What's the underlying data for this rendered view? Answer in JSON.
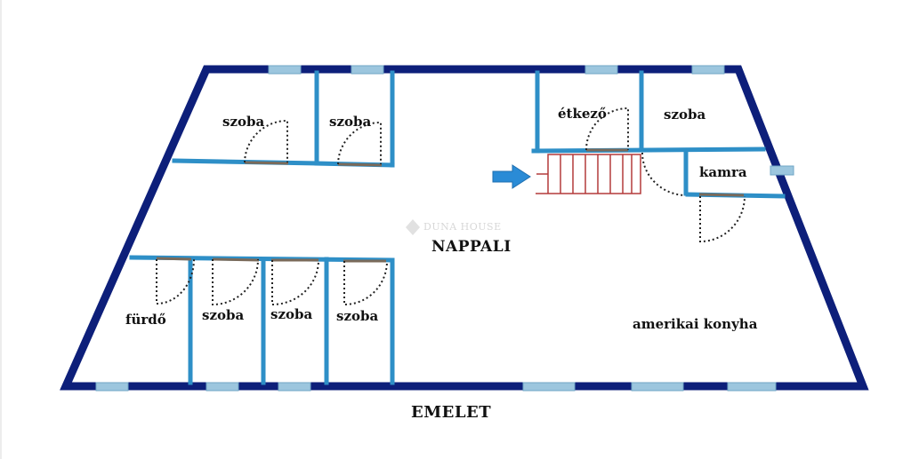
{
  "plan": {
    "title": "EMELET",
    "watermark": "DUNA HOUSE",
    "rooms": [
      {
        "key": "r1",
        "label": "szoba"
      },
      {
        "key": "r2",
        "label": "szoba"
      },
      {
        "key": "dining",
        "label": "étkező"
      },
      {
        "key": "r3",
        "label": "szoba"
      },
      {
        "key": "pantry",
        "label": "kamra"
      },
      {
        "key": "living",
        "label": "NAPPALI"
      },
      {
        "key": "bath",
        "label": "fürdő"
      },
      {
        "key": "r4",
        "label": "szoba"
      },
      {
        "key": "r5",
        "label": "szoba"
      },
      {
        "key": "r6",
        "label": "szoba"
      },
      {
        "key": "kitchen",
        "label": "amerikai konyha"
      }
    ],
    "colors": {
      "outer_wall": "#0d1f7a",
      "inner_wall": "#2e8fc7",
      "window": "#9cc6de",
      "stairs": "#b33a3a",
      "arrow": "#2a8bd6",
      "door_swing": "#222222"
    }
  }
}
